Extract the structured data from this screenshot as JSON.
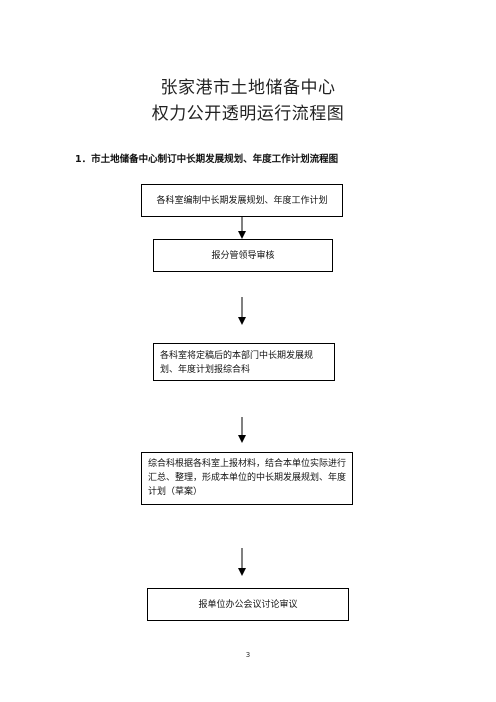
{
  "title_line1": "张家港市土地储备中心",
  "title_line2": "权力公开透明运行流程图",
  "section_heading": "1．市土地储备中心制订中长期发展规划、年度工作计划流程图",
  "steps": [
    "各科室编制中长期发展规划、年度工作计划",
    "报分管领导审核",
    "各科室将定稿后的本部门中长期发展规划、年度计划报综合科",
    "综合科根据各科室上报材料，结合本单位实际进行汇总、整理，形成本单位的中长期发展规划、年度计划（草案）",
    "报单位办公会议讨论审议"
  ],
  "page_number": "3"
}
